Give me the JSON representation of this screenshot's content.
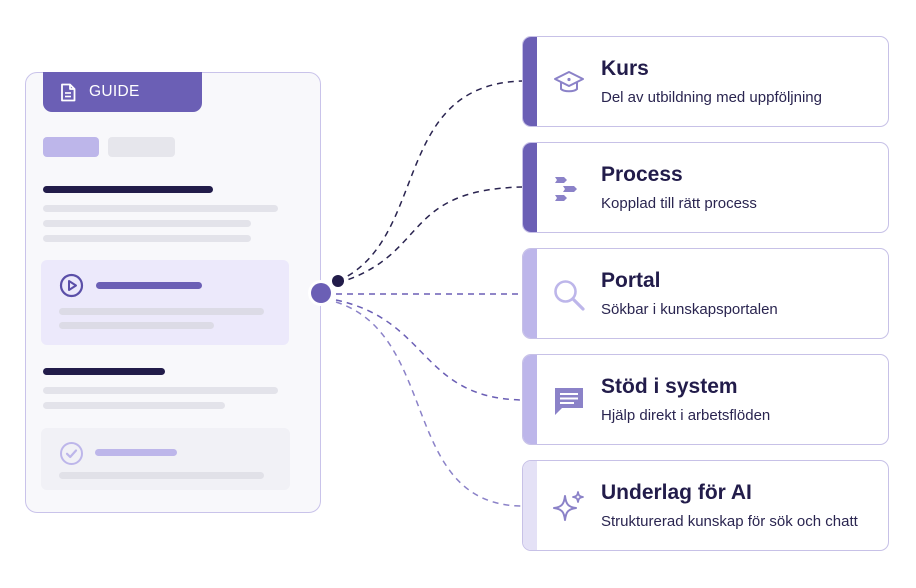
{
  "guide": {
    "tab_label": "GUIDE"
  },
  "cards": [
    {
      "title": "Kurs",
      "subtitle": "Del av utbildning med uppföljning",
      "icon": "graduation-cap-icon"
    },
    {
      "title": "Process",
      "subtitle": "Kopplad till rätt process",
      "icon": "process-arrows-icon"
    },
    {
      "title": "Portal",
      "subtitle": "Sökbar i kunskapsportalen",
      "icon": "search-icon"
    },
    {
      "title": "Stöd i system",
      "subtitle": "Hjälp direkt i arbetsflöden",
      "icon": "chat-message-icon"
    },
    {
      "title": "Underlag för AI",
      "subtitle": "Strukturerad kunskap för sök och chatt",
      "icon": "sparkle-icon"
    }
  ],
  "colors": {
    "accent": "#6b5fb5",
    "accent_light": "#bdb6ea",
    "card_border": "#c7c1e7",
    "title_text": "#221c4a",
    "connector": "#6b5fb5",
    "connector_dark": "#2a2450"
  }
}
